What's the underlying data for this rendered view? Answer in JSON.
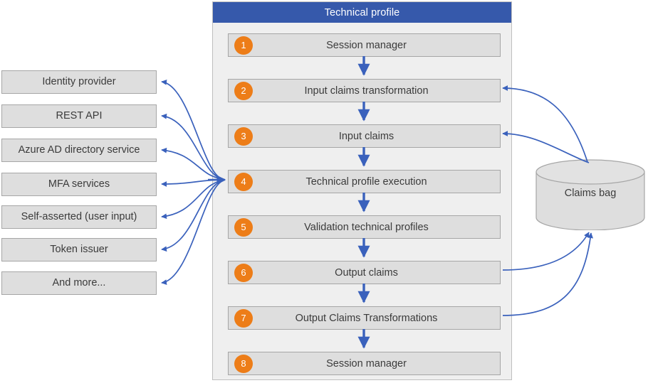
{
  "panel": {
    "title": "Technical profile",
    "steps": [
      {
        "num": "1",
        "label": "Session manager"
      },
      {
        "num": "2",
        "label": "Input claims transformation"
      },
      {
        "num": "3",
        "label": "Input claims"
      },
      {
        "num": "4",
        "label": "Technical profile execution"
      },
      {
        "num": "5",
        "label": "Validation technical profiles"
      },
      {
        "num": "6",
        "label": "Output claims"
      },
      {
        "num": "7",
        "label": "Output Claims Transformations"
      },
      {
        "num": "8",
        "label": "Session manager"
      }
    ]
  },
  "services": [
    {
      "label": "Identity provider"
    },
    {
      "label": "REST API"
    },
    {
      "label": "Azure AD directory service"
    },
    {
      "label": "MFA services"
    },
    {
      "label": "Self-asserted (user input)"
    },
    {
      "label": "Token issuer"
    },
    {
      "label": "And more..."
    }
  ],
  "datastore": {
    "label": "Claims bag"
  },
  "colors": {
    "header_blue": "#3659AB",
    "arrow_blue": "#3A61BC",
    "badge_orange": "#ED7D18",
    "box_fill": "#DEDEDE",
    "box_border": "#A6A6A6",
    "panel_fill": "#EFEFEF",
    "panel_border": "#BFBFBF",
    "text": "#3B3B3B"
  }
}
